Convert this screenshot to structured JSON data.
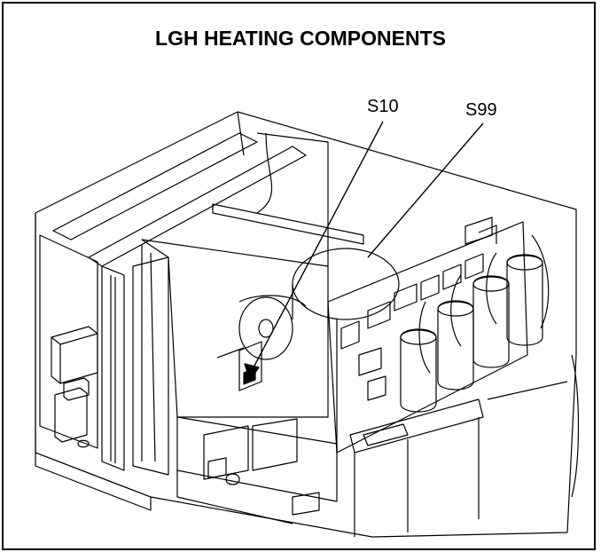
{
  "title": "LGH HEATING COMPONENTS",
  "callouts": [
    {
      "id": "S10",
      "label": "S10"
    },
    {
      "id": "S99",
      "label": "S99"
    }
  ],
  "colors": {
    "ink": "#000000",
    "background": "#ffffff",
    "shade": "#d9d9d9"
  }
}
